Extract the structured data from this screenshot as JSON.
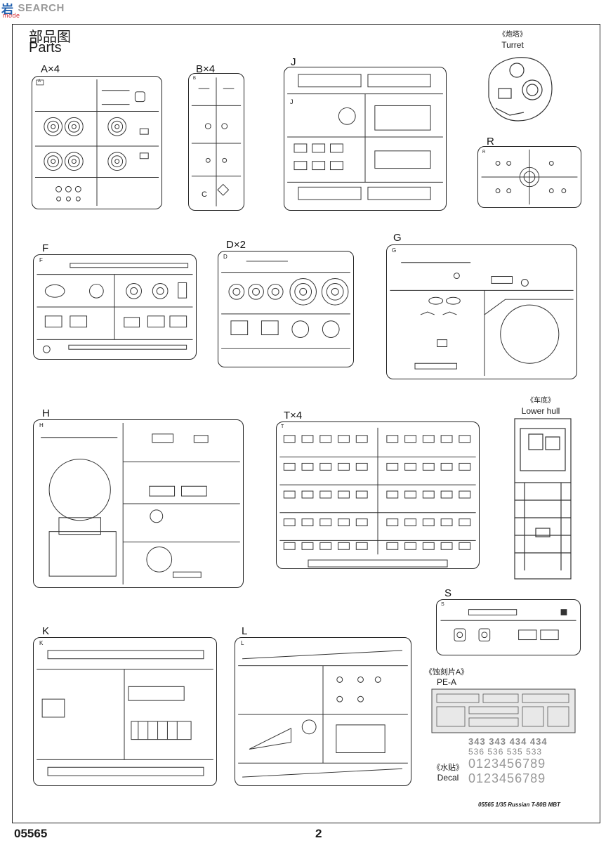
{
  "watermark": {
    "logo": "岩",
    "logo_red": "mode",
    "search": "SEARCH"
  },
  "title": {
    "cn": "部品图",
    "en": "Parts"
  },
  "sprues": {
    "A": {
      "label": "A×4",
      "tag": "A"
    },
    "B": {
      "label": "B×4",
      "tag": "B",
      "bottom_tag": "C"
    },
    "J": {
      "label": "J",
      "tag": "J"
    },
    "R": {
      "label": "R",
      "tag": "R"
    },
    "F": {
      "label": "F",
      "tag": "F"
    },
    "D": {
      "label": "D×2",
      "tag": "D"
    },
    "G": {
      "label": "G",
      "tag": "G"
    },
    "H": {
      "label": "H",
      "tag": "H"
    },
    "T": {
      "label": "T×4",
      "tag": "T"
    },
    "S": {
      "label": "S",
      "tag": "S"
    },
    "K": {
      "label": "K",
      "tag": "K"
    },
    "L": {
      "label": "L",
      "tag": "L"
    }
  },
  "captions": {
    "turret": {
      "cn": "《炮塔》",
      "en": "Turret"
    },
    "lower_hull": {
      "cn": "《车底》",
      "en": "Lower hull"
    },
    "pe": {
      "cn": "《蚀刻片A》",
      "en": "PE-A"
    },
    "decal": {
      "cn": "《水贴》",
      "en": "Decal"
    }
  },
  "decal": {
    "row1": "343 343 434 434",
    "row2": "536 536 535 533",
    "row3": "0123456789",
    "row4": "0123456789",
    "caption": "05565 1/35 Russian T-80B MBT"
  },
  "footer": {
    "code": "05565",
    "page": "2"
  }
}
